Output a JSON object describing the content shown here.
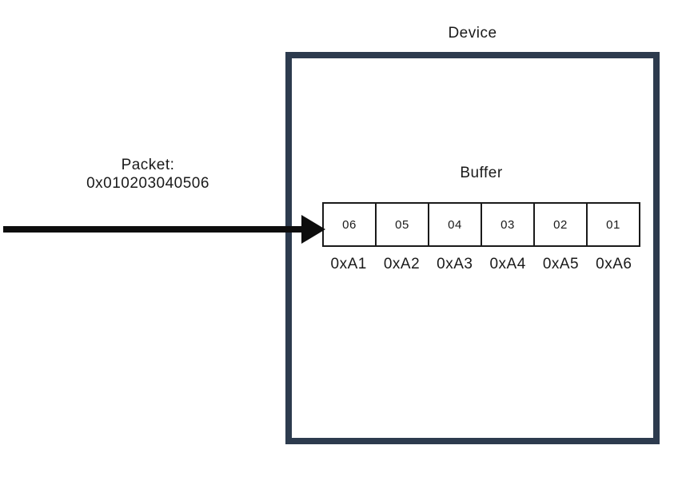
{
  "diagram": {
    "device": {
      "label": "Device"
    },
    "buffer": {
      "label": "Buffer",
      "cells": [
        "06",
        "05",
        "04",
        "03",
        "02",
        "01"
      ],
      "addresses": [
        "0xA1",
        "0xA2",
        "0xA3",
        "0xA4",
        "0xA5",
        "0xA6"
      ]
    },
    "packet": {
      "label": "Packet:",
      "value": "0x010203040506"
    },
    "icons": {
      "arrow": "right-arrow"
    },
    "colors": {
      "device_border": "#2d3b4e",
      "cell_border": "#1a1a1a",
      "arrow": "#0d0d0d",
      "text": "#1a1a1a",
      "background": "#ffffff"
    }
  }
}
